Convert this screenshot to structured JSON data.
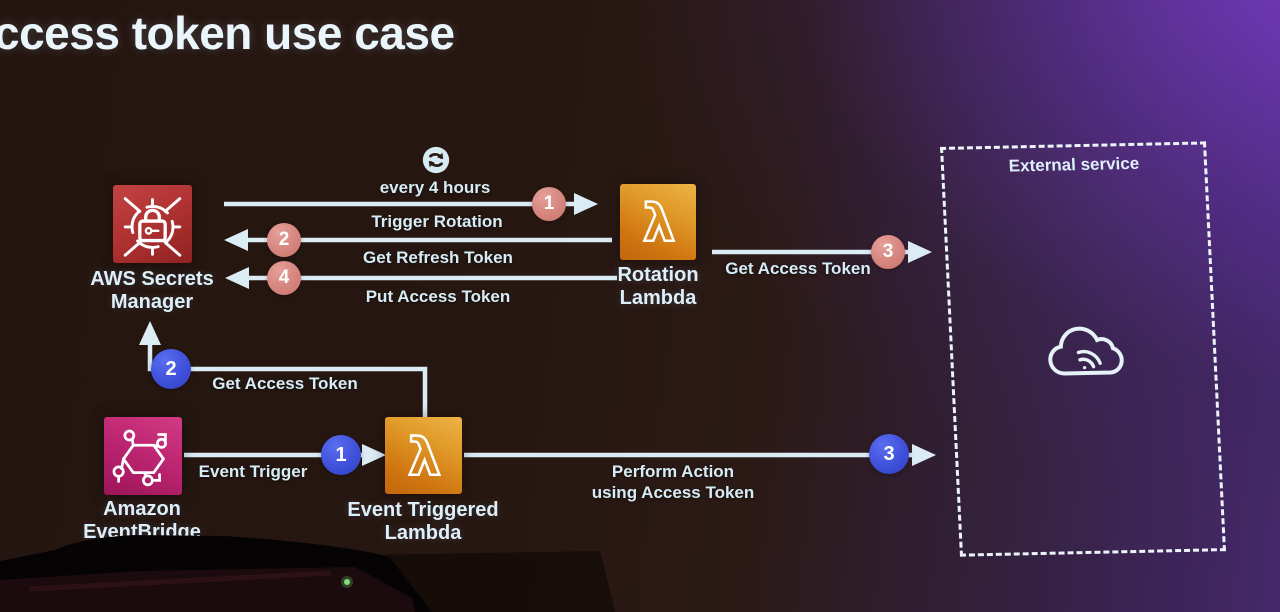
{
  "title": "ccess token use case",
  "nodes": {
    "secrets_manager": {
      "line1": "AWS Secrets",
      "line2": "Manager"
    },
    "rotation_lambda": {
      "line1": "Rotation",
      "line2": "Lambda"
    },
    "eventbridge": {
      "line1": "Amazon",
      "line2": "EventBridge"
    },
    "event_triggered_lambda": {
      "line1": "Event Triggered",
      "line2": "Lambda"
    },
    "external_service": {
      "label": "External service"
    }
  },
  "flows": {
    "rotation": {
      "schedule": "every 4 hours",
      "steps": [
        {
          "n": "1",
          "label": "Trigger Rotation"
        },
        {
          "n": "2",
          "label": "Get Refresh Token"
        },
        {
          "n": "3",
          "label": "Get Access Token"
        },
        {
          "n": "4",
          "label": "Put Access Token"
        }
      ]
    },
    "event": {
      "steps": [
        {
          "n": "1",
          "label": "Event Trigger"
        },
        {
          "n": "2",
          "label": "Get Access Token"
        },
        {
          "n": "3",
          "label": "Perform Action",
          "label2": "using Access Token"
        }
      ]
    }
  },
  "colors": {
    "arrow": "#dcecf5",
    "text": "#d6ecf6",
    "badge_rotation": "#d5857d",
    "badge_event": "#3f50da",
    "secrets_manager_red": "#b23333",
    "lambda_orange": "#d98417",
    "eventbridge_pink": "#bb2470",
    "background_left": "#241510",
    "background_right_purple": "#45296b"
  }
}
